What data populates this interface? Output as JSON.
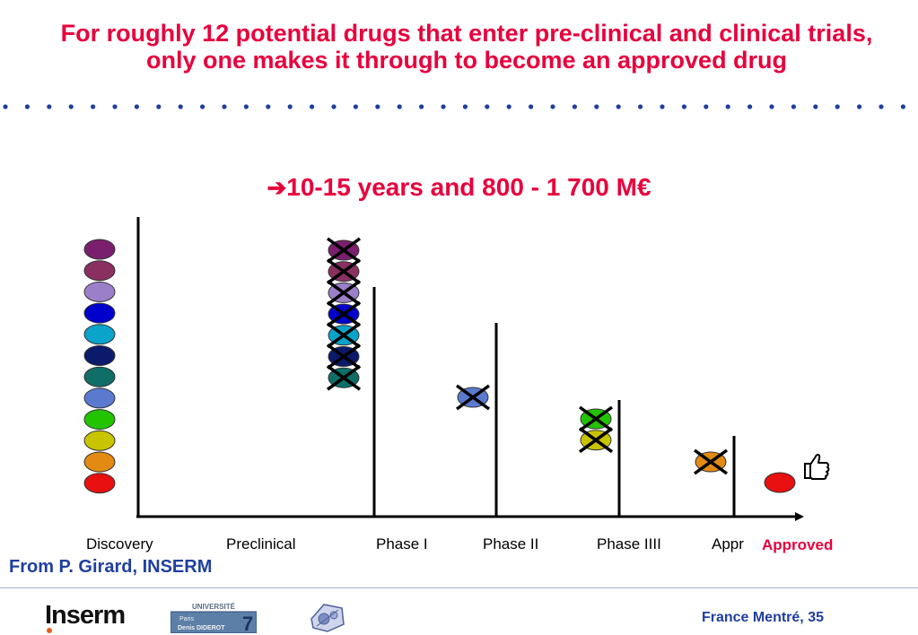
{
  "title": "For roughly 12 potential drugs that enter pre-clinical and clinical trials, only one makes it through to become an approved drug",
  "subtitle": {
    "arrow": "➔",
    "text": "10-15 years and 800 -  1 700 M€"
  },
  "stages": [
    "Discovery",
    "Preclinical",
    "Phase I",
    "Phase II",
    "Phase IIII",
    "Appr"
  ],
  "approved_label": "Approved",
  "credit": "From P. Girard, INSERM",
  "footer": {
    "author": "France Mentré,",
    "page": "35",
    "logo_inserm": "Inserm",
    "logo_university": "UNIVERSITÉ Paris Denis DIDEROT 7"
  },
  "candidates": {
    "count": 12,
    "colors": [
      "#7a1f6e",
      "#8a3060",
      "#9c7fc9",
      "#0000cc",
      "#0aa3c9",
      "#0b1a6b",
      "#0f6e68",
      "#5a7ad0",
      "#22c400",
      "#c9c400",
      "#e28a12",
      "#e81010"
    ],
    "eliminated": [
      {
        "stage": "Preclinical",
        "colors": [
          "#7a1f6e",
          "#8a3060",
          "#9c7fc9",
          "#0000cc",
          "#0aa3c9",
          "#0b1a6b",
          "#0f6e68"
        ]
      },
      {
        "stage": "Phase I",
        "colors": [
          "#5a7ad0"
        ]
      },
      {
        "stage": "Phase II",
        "colors": [
          "#22c400",
          "#c9c400"
        ]
      },
      {
        "stage": "Phase IIII",
        "colors": [
          "#e28a12"
        ]
      }
    ],
    "approved_color": "#e81010"
  },
  "colors": {
    "accent": "#e8003d",
    "credit_blue": "#1f3f9f"
  },
  "icons": [
    "right-arrow-icon",
    "thumbs-up-icon"
  ]
}
